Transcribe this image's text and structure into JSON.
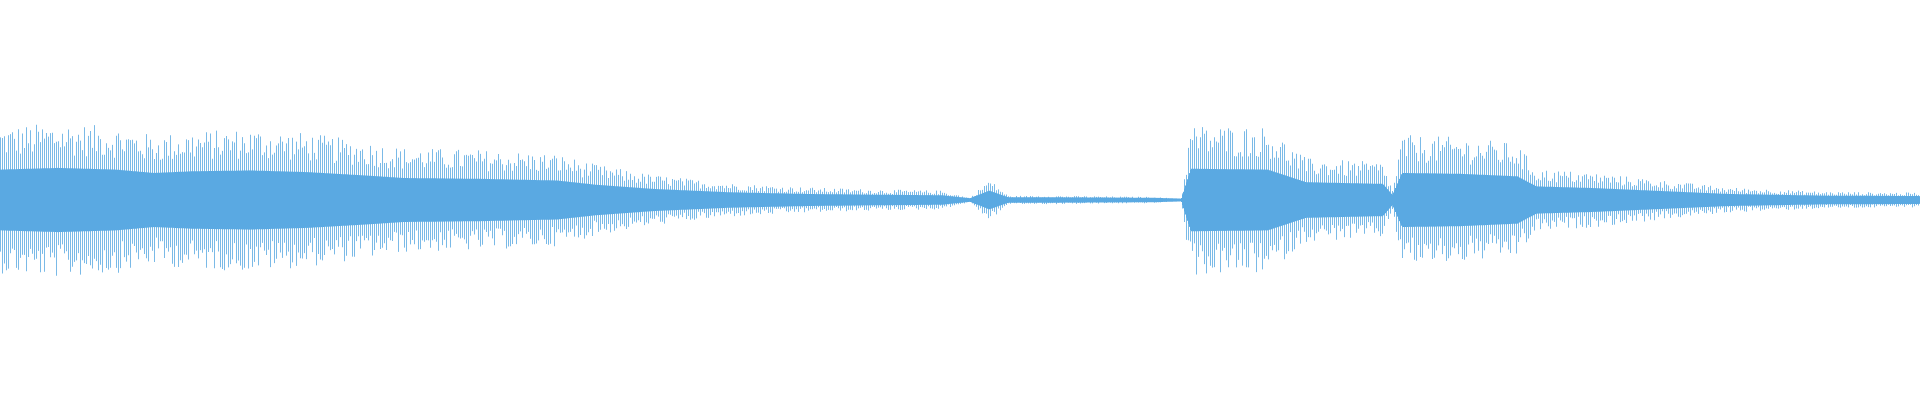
{
  "waveform": {
    "color": "#5aa9e2",
    "background": "#ffffff",
    "description_visible_text": "",
    "envelope": [
      [
        0.0,
        0.7
      ],
      [
        0.03,
        0.74
      ],
      [
        0.06,
        0.7
      ],
      [
        0.08,
        0.62
      ],
      [
        0.1,
        0.66
      ],
      [
        0.13,
        0.68
      ],
      [
        0.16,
        0.64
      ],
      [
        0.19,
        0.56
      ],
      [
        0.21,
        0.5
      ],
      [
        0.25,
        0.48
      ],
      [
        0.29,
        0.44
      ],
      [
        0.31,
        0.34
      ],
      [
        0.34,
        0.24
      ],
      [
        0.38,
        0.16
      ],
      [
        0.42,
        0.12
      ],
      [
        0.46,
        0.1
      ],
      [
        0.49,
        0.09
      ],
      [
        0.505,
        0.02
      ],
      [
        0.515,
        0.2
      ],
      [
        0.525,
        0.04
      ],
      [
        0.55,
        0.04
      ],
      [
        0.6,
        0.03
      ],
      [
        0.615,
        0.01
      ],
      [
        0.62,
        0.72
      ],
      [
        0.66,
        0.7
      ],
      [
        0.68,
        0.4
      ],
      [
        0.72,
        0.36
      ],
      [
        0.725,
        0.1
      ],
      [
        0.73,
        0.62
      ],
      [
        0.76,
        0.6
      ],
      [
        0.79,
        0.54
      ],
      [
        0.8,
        0.3
      ],
      [
        0.83,
        0.26
      ],
      [
        0.87,
        0.18
      ],
      [
        0.9,
        0.12
      ],
      [
        0.95,
        0.08
      ],
      [
        1.0,
        0.07
      ]
    ]
  }
}
